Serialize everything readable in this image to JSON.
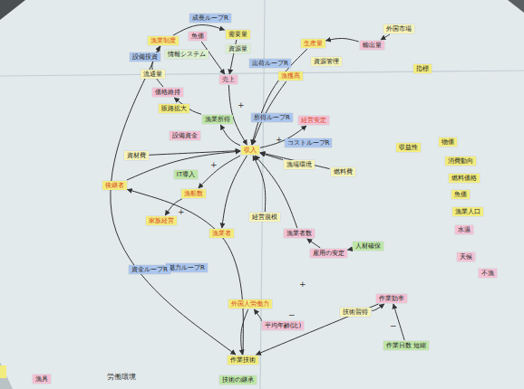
{
  "diagram": {
    "nodes": [
      {
        "text": [
          "成長ループR"
        ]
      },
      {
        "text": [
          "外国市場"
        ]
      },
      {
        "text": [
          "漁業制度"
        ]
      },
      {
        "text": [
          "魚価"
        ]
      },
      {
        "text": [
          "需要量"
        ]
      },
      {
        "text": [
          "資源量"
        ]
      },
      {
        "text": [
          "輸出量"
        ]
      },
      {
        "text": [
          "生産量"
        ]
      },
      {
        "text": [
          "出荷ループR"
        ]
      },
      {
        "text": [
          "資源管理"
        ]
      },
      {
        "text": [
          "売上"
        ]
      },
      {
        "text": [
          "情報システム"
        ]
      },
      {
        "text": [
          "設備投資"
        ]
      },
      {
        "text": [
          "流通量"
        ]
      },
      {
        "text": [
          "価格維持"
        ]
      },
      {
        "text": [
          "漁獲高"
        ]
      },
      {
        "text": [
          "販路拡大"
        ]
      },
      {
        "text": [
          "漁業所得"
        ]
      },
      {
        "text": [
          "所得ループR"
        ]
      },
      {
        "text": [
          "経営安定"
        ]
      },
      {
        "text": [
          "コストループR"
        ]
      },
      {
        "text": [
          "収入"
        ]
      },
      {
        "text": [
          "設備資金"
        ]
      },
      {
        "text": [
          "資材費"
        ]
      },
      {
        "text": [
          "漁場環境"
        ]
      },
      {
        "text": [
          "燃料費"
        ]
      },
      {
        "text": [
          "IT導入"
        ]
      },
      {
        "text": [
          "漁船数"
        ]
      },
      {
        "text": [
          "後継者"
        ]
      },
      {
        "text": [
          "家族経営"
        ]
      },
      {
        "text": [
          "漁業者"
        ]
      },
      {
        "text": [
          "経営規模"
        ]
      },
      {
        "text": [
          "漁業者数"
        ]
      },
      {
        "text": [
          "魅力ループR"
        ]
      },
      {
        "text": [
          "雇用の安定"
        ]
      },
      {
        "text": [
          "人材確保"
        ]
      },
      {
        "text": [
          "外国人労働力"
        ]
      },
      {
        "text": [
          "平均年齢(比)"
        ]
      },
      {
        "text": [
          "技術習得"
        ]
      },
      {
        "text": [
          "作業効率"
        ]
      },
      {
        "text": [
          "作業技術"
        ]
      },
      {
        "text": [
          "技術の継承"
        ]
      },
      {
        "text": [
          "作業日数 短縮"
        ]
      },
      {
        "text": [
          "指標"
        ]
      },
      {
        "text": [
          "収益性"
        ]
      },
      {
        "text": [
          "物価"
        ]
      },
      {
        "text": [
          "消費動向"
        ]
      },
      {
        "text": [
          "燃料価格"
        ]
      },
      {
        "text": [
          "魚価"
        ]
      },
      {
        "text": [
          "漁業人口"
        ]
      },
      {
        "text": [
          "水温"
        ]
      },
      {
        "text": [
          "天候"
        ]
      },
      {
        "text": [
          "不漁"
        ]
      },
      {
        "text": [
          "漁具"
        ]
      },
      {
        "text": [
          "資金ループR"
        ]
      }
    ],
    "edges": [
      {
        "from": 1,
        "to": 6,
        "arrow": "to"
      },
      {
        "from": 6,
        "to": 7,
        "arrow": "to"
      },
      {
        "from": 7,
        "to": 21,
        "arrow": "to"
      },
      {
        "from": 15,
        "to": 21,
        "arrow": "to"
      },
      {
        "from": 4,
        "to": 10,
        "arrow": "to"
      },
      {
        "from": 3,
        "to": 10,
        "arrow": "to"
      },
      {
        "from": 10,
        "to": 21,
        "arrow": "to"
      },
      {
        "from": 2,
        "to": 4,
        "arrow": "to"
      },
      {
        "from": 21,
        "to": 17,
        "arrow": "to"
      },
      {
        "from": 17,
        "to": 14,
        "arrow": "to"
      },
      {
        "from": 14,
        "to": 2,
        "arrow": "to"
      },
      {
        "from": 21,
        "to": 19,
        "arrow": "to"
      },
      {
        "from": 25,
        "to": 21,
        "arrow": "to"
      },
      {
        "from": 24,
        "to": 21,
        "arrow": "to"
      },
      {
        "from": 21,
        "to": 27,
        "arrow": "to"
      },
      {
        "from": 27,
        "to": 29,
        "arrow": "to"
      },
      {
        "from": 28,
        "to": 21,
        "arrow": "to"
      },
      {
        "from": 21,
        "to": 30,
        "arrow": "to"
      },
      {
        "from": 35,
        "to": 34,
        "arrow": "to"
      },
      {
        "from": 34,
        "to": 32,
        "arrow": "to"
      },
      {
        "from": 32,
        "to": 21,
        "arrow": "to"
      },
      {
        "from": 37,
        "to": 36,
        "arrow": "to"
      },
      {
        "from": 36,
        "to": 40,
        "arrow": "to"
      },
      {
        "from": 39,
        "to": 40,
        "arrow": "to"
      },
      {
        "from": 38,
        "to": 39,
        "arrow": "to"
      },
      {
        "from": 42,
        "to": 39,
        "arrow": "to"
      },
      {
        "from": 40,
        "to": 28,
        "arrow": "to"
      },
      {
        "from": 31,
        "to": 21,
        "arrow": "to"
      },
      {
        "from": 2,
        "to": 40,
        "arrow": "to"
      },
      {
        "from": 23,
        "to": 21,
        "arrow": "to"
      }
    ],
    "labels": [
      "+",
      "+",
      "+",
      "+",
      "+",
      "−",
      "−",
      "労働環境"
    ]
  }
}
